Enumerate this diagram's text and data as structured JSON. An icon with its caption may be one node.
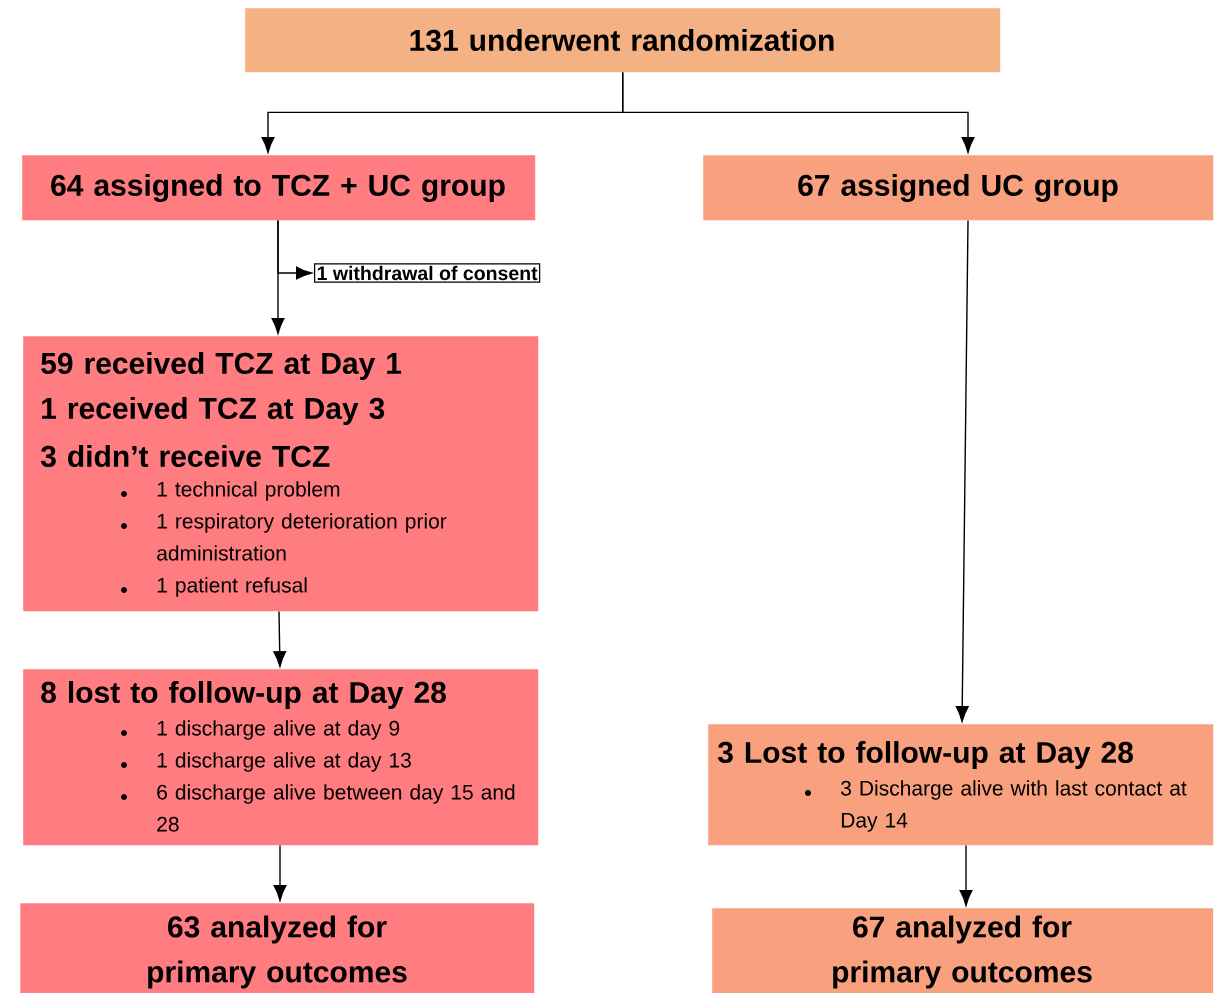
{
  "diagram": {
    "nodes": [
      {
        "text": [
          "131 underwent randomization"
        ]
      },
      {
        "text": [
          "64 assigned to TCZ + UC  group"
        ]
      },
      {
        "text": [
          "67 assigned  UC  group"
        ]
      },
      {
        "text": [
          "1 withdrawal of consent"
        ]
      },
      {
        "text": [
          "59 received TCZ at Day 1",
          "1 received TCZ at Day 3",
          "3 didn’t receive TCZ",
          "1 technical problem",
          "1 respiratory deterioration prior administration",
          "1 patient refusal"
        ]
      },
      {
        "text": [
          "8 lost to follow-up at Day 28",
          "1 discharge alive at day 9",
          "1 discharge alive at day 13",
          "6 discharge alive between day 15 and 28"
        ]
      },
      {
        "text": [
          "3 Lost to follow-up at Day 28",
          "3 Discharge alive with last contact at Day 14"
        ]
      },
      {
        "text": [
          "63 analyzed for primary outcomes"
        ]
      },
      {
        "text": [
          "67 analyzed for primary outcomes"
        ]
      }
    ],
    "edges": [
      {
        "from": 0,
        "to": 1,
        "arrow": "to"
      },
      {
        "from": 0,
        "to": 2,
        "arrow": "to"
      },
      {
        "from": 1,
        "to": 3,
        "arrow": "to"
      },
      {
        "from": 1,
        "to": 4,
        "arrow": "to"
      },
      {
        "from": 4,
        "to": 5,
        "arrow": "to"
      },
      {
        "from": 5,
        "to": 7,
        "arrow": "to"
      },
      {
        "from": 2,
        "to": 6,
        "arrow": "to"
      },
      {
        "from": 6,
        "to": 8,
        "arrow": "to"
      }
    ]
  }
}
